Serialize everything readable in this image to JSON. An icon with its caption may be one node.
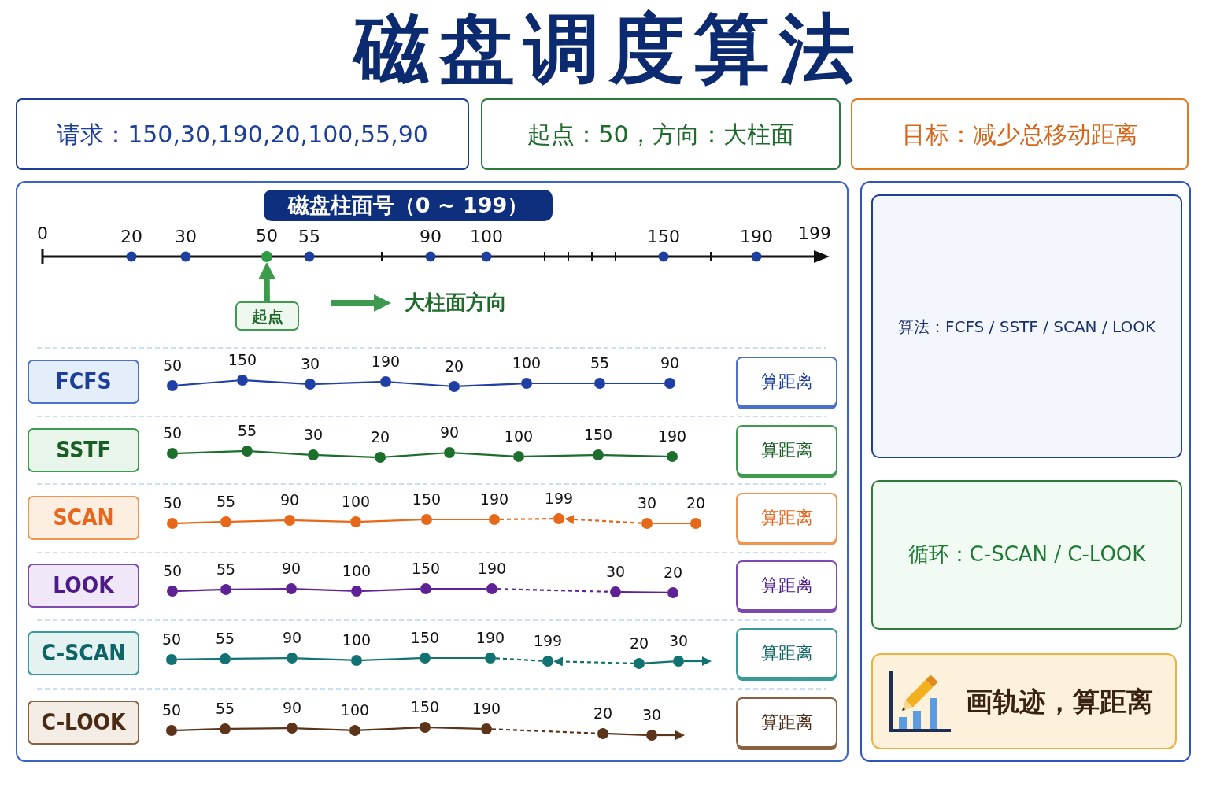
{
  "diagram": {
    "title": "磁盘调度算法",
    "nodes": [
      {
        "text": [
          "请求：150,30,190,20,100,55,90"
        ]
      },
      {
        "text": [
          "起点：50，方向：大柱面"
        ]
      },
      {
        "text": [
          "目标：减少总移动距离"
        ]
      },
      {
        "text": [],
        "shape": "box"
      },
      {
        "text": [
          "磁盘柱面号（0 ~ 199）"
        ],
        "in": 3
      },
      {
        "text": [],
        "shape": "circle",
        "beside": [
          "50"
        ],
        "in": 3
      },
      {
        "text": [
          "起点"
        ],
        "in": 3
      },
      {
        "text": [
          "FCFS"
        ],
        "in": 3
      },
      {
        "text": [],
        "shape": "circle",
        "beside": [
          "50"
        ],
        "in": 3
      },
      {
        "text": [],
        "shape": "circle",
        "beside": [
          "150"
        ],
        "in": 3
      },
      {
        "text": [],
        "shape": "circle",
        "beside": [
          "30"
        ],
        "in": 3
      },
      {
        "text": [],
        "shape": "circle",
        "beside": [
          "190"
        ],
        "in": 3
      },
      {
        "text": [],
        "shape": "circle",
        "beside": [
          "20"
        ],
        "in": 3
      },
      {
        "text": [],
        "shape": "circle",
        "beside": [
          "100"
        ],
        "in": 3
      },
      {
        "text": [],
        "shape": "circle",
        "beside": [
          "55"
        ],
        "in": 3
      },
      {
        "text": [],
        "shape": "circle",
        "beside": [
          "90"
        ],
        "in": 3
      },
      {
        "text": [
          "算距离"
        ],
        "in": 3
      },
      {
        "text": [
          "SSTF"
        ],
        "in": 3
      },
      {
        "text": [],
        "shape": "circle",
        "beside": [
          "50"
        ],
        "in": 3
      },
      {
        "text": [],
        "shape": "circle",
        "beside": [
          "55"
        ],
        "in": 3
      },
      {
        "text": [],
        "shape": "circle",
        "beside": [
          "30"
        ],
        "in": 3
      },
      {
        "text": [],
        "shape": "circle",
        "beside": [
          "20"
        ],
        "in": 3
      },
      {
        "text": [],
        "shape": "circle",
        "beside": [
          "90"
        ],
        "in": 3
      },
      {
        "text": [],
        "shape": "circle",
        "beside": [
          "100"
        ],
        "in": 3
      },
      {
        "text": [],
        "shape": "circle",
        "beside": [
          "150"
        ],
        "in": 3
      },
      {
        "text": [],
        "shape": "circle",
        "beside": [
          "190"
        ],
        "in": 3
      },
      {
        "text": [
          "算距离"
        ],
        "in": 3
      },
      {
        "text": [
          "SCAN"
        ],
        "in": 3
      },
      {
        "text": [],
        "shape": "circle",
        "beside": [
          "50"
        ],
        "in": 3
      },
      {
        "text": [],
        "shape": "circle",
        "beside": [
          "55"
        ],
        "in": 3
      },
      {
        "text": [],
        "shape": "circle",
        "beside": [
          "90"
        ],
        "in": 3
      },
      {
        "text": [],
        "shape": "circle",
        "beside": [
          "100"
        ],
        "in": 3
      },
      {
        "text": [],
        "shape": "circle",
        "beside": [
          "150"
        ],
        "in": 3
      },
      {
        "text": [],
        "shape": "circle",
        "beside": [
          "190"
        ],
        "in": 3
      },
      {
        "text": [],
        "shape": "circle",
        "beside": [
          "199"
        ],
        "in": 3
      },
      {
        "text": [],
        "shape": "circle",
        "beside": [
          "30"
        ],
        "in": 3
      },
      {
        "text": [],
        "shape": "circle",
        "beside": [
          "20"
        ],
        "in": 3
      },
      {
        "text": [
          "算距离"
        ],
        "in": 3
      },
      {
        "text": [
          "LOOK"
        ],
        "in": 3
      },
      {
        "text": [],
        "shape": "circle",
        "beside": [
          "50"
        ],
        "in": 3
      },
      {
        "text": [],
        "shape": "circle",
        "beside": [
          "55"
        ],
        "in": 3
      },
      {
        "text": [],
        "shape": "circle",
        "beside": [
          "90"
        ],
        "in": 3
      },
      {
        "text": [],
        "shape": "circle",
        "beside": [
          "100"
        ],
        "in": 3
      },
      {
        "text": [],
        "shape": "circle",
        "beside": [
          "150"
        ],
        "in": 3
      },
      {
        "text": [],
        "shape": "circle",
        "beside": [
          "190"
        ],
        "in": 3
      },
      {
        "text": [],
        "shape": "circle",
        "beside": [
          "30"
        ],
        "in": 3
      },
      {
        "text": [],
        "shape": "circle",
        "beside": [
          "20"
        ],
        "in": 3
      },
      {
        "text": [
          "算距离"
        ],
        "in": 3
      },
      {
        "text": [
          "C-SCAN"
        ],
        "in": 3
      },
      {
        "text": [],
        "shape": "circle",
        "beside": [
          "50"
        ],
        "in": 3
      },
      {
        "text": [],
        "shape": "circle",
        "beside": [
          "55"
        ],
        "in": 3
      },
      {
        "text": [],
        "shape": "circle",
        "beside": [
          "90"
        ],
        "in": 3
      },
      {
        "text": [],
        "shape": "circle",
        "beside": [
          "100"
        ],
        "in": 3
      },
      {
        "text": [],
        "shape": "circle",
        "beside": [
          "150"
        ],
        "in": 3
      },
      {
        "text": [],
        "shape": "circle",
        "beside": [
          "190"
        ],
        "in": 3
      },
      {
        "text": [],
        "shape": "circle",
        "beside": [
          "199"
        ],
        "in": 3
      },
      {
        "text": [],
        "shape": "circle",
        "beside": [
          "20"
        ],
        "in": 3
      },
      {
        "text": [],
        "shape": "circle",
        "beside": [
          "30"
        ],
        "in": 3
      },
      {
        "text": [
          "算距离"
        ],
        "in": 3
      },
      {
        "text": [
          "C-LOOK"
        ],
        "in": 3
      },
      {
        "text": [],
        "shape": "circle",
        "beside": [
          "50"
        ],
        "in": 3
      },
      {
        "text": [],
        "shape": "circle",
        "beside": [
          "55"
        ],
        "in": 3
      },
      {
        "text": [],
        "shape": "circle",
        "beside": [
          "90"
        ],
        "in": 3
      },
      {
        "text": [],
        "shape": "circle",
        "beside": [
          "100"
        ],
        "in": 3
      },
      {
        "text": [],
        "shape": "circle",
        "beside": [
          "150"
        ],
        "in": 3
      },
      {
        "text": [],
        "shape": "circle",
        "beside": [
          "190"
        ],
        "in": 3
      },
      {
        "text": [],
        "shape": "circle",
        "beside": [
          "20"
        ],
        "in": 3
      },
      {
        "text": [],
        "shape": "circle",
        "beside": [
          "30"
        ],
        "in": 3
      },
      {
        "text": [
          "算距离"
        ],
        "in": 3
      },
      {
        "text": [],
        "shape": "box"
      },
      {
        "text": [
          "算法：FCFS / SSTF / SCAN / LOOK"
        ],
        "in": 69
      },
      {
        "text": [
          "循环：C-SCAN / C-LOOK"
        ],
        "in": 69
      },
      {
        "text": [
          "画轨迹，算距离"
        ],
        "in": 69
      }
    ],
    "edges": [
      {
        "from": 6,
        "to": 5,
        "arrow": "to",
        "style": "thick",
        "color": "#3b9b4b"
      },
      {
        "from": 8,
        "to": 9,
        "arrow": "none",
        "color": "#1f3fa6"
      },
      {
        "from": 9,
        "to": 10,
        "arrow": "none",
        "color": "#1f3fa6"
      },
      {
        "from": 10,
        "to": 11,
        "arrow": "none",
        "color": "#1f3fa6"
      },
      {
        "from": 11,
        "to": 12,
        "arrow": "none",
        "color": "#1f3fa6"
      },
      {
        "from": 12,
        "to": 13,
        "arrow": "none",
        "color": "#1f3fa6"
      },
      {
        "from": 13,
        "to": 14,
        "arrow": "none",
        "color": "#1f3fa6"
      },
      {
        "from": 14,
        "to": 15,
        "arrow": "none",
        "color": "#1f3fa6"
      },
      {
        "from": 18,
        "to": 19,
        "arrow": "none",
        "color": "#1b6e2b"
      },
      {
        "from": 19,
        "to": 20,
        "arrow": "none",
        "color": "#1b6e2b"
      },
      {
        "from": 20,
        "to": 21,
        "arrow": "none",
        "color": "#1b6e2b"
      },
      {
        "from": 21,
        "to": 22,
        "arrow": "none",
        "color": "#1b6e2b"
      },
      {
        "from": 22,
        "to": 23,
        "arrow": "none",
        "color": "#1b6e2b"
      },
      {
        "from": 23,
        "to": 24,
        "arrow": "none",
        "color": "#1b6e2b"
      },
      {
        "from": 24,
        "to": 25,
        "arrow": "none",
        "color": "#1b6e2b"
      },
      {
        "from": 28,
        "to": 29,
        "arrow": "none",
        "color": "#e8681a"
      },
      {
        "from": 29,
        "to": 30,
        "arrow": "none",
        "color": "#e8681a"
      },
      {
        "from": 30,
        "to": 31,
        "arrow": "none",
        "color": "#e8681a"
      },
      {
        "from": 31,
        "to": 32,
        "arrow": "none",
        "color": "#e8681a"
      },
      {
        "from": 32,
        "to": 33,
        "arrow": "none",
        "color": "#e8681a"
      },
      {
        "from": 33,
        "to": 34,
        "arrow": "none",
        "style": "dashed",
        "color": "#e8681a"
      },
      {
        "from": 35,
        "to": 34,
        "arrow": "to",
        "style": "dashed",
        "color": "#e8681a"
      },
      {
        "from": 35,
        "to": 36,
        "arrow": "none",
        "color": "#e8681a"
      },
      {
        "from": 39,
        "to": 40,
        "arrow": "none",
        "color": "#5e2196"
      },
      {
        "from": 40,
        "to": 41,
        "arrow": "none",
        "color": "#5e2196"
      },
      {
        "from": 41,
        "to": 42,
        "arrow": "none",
        "color": "#5e2196"
      },
      {
        "from": 42,
        "to": 43,
        "arrow": "none",
        "color": "#5e2196"
      },
      {
        "from": 43,
        "to": 44,
        "arrow": "none",
        "color": "#5e2196"
      },
      {
        "from": 44,
        "to": 45,
        "arrow": "none",
        "style": "dashed",
        "color": "#5e2196"
      },
      {
        "from": 45,
        "to": 46,
        "arrow": "none",
        "color": "#5e2196"
      },
      {
        "from": 49,
        "to": 50,
        "arrow": "none",
        "color": "#127272"
      },
      {
        "from": 50,
        "to": 51,
        "arrow": "none",
        "color": "#127272"
      },
      {
        "from": 51,
        "to": 52,
        "arrow": "none",
        "color": "#127272"
      },
      {
        "from": 52,
        "to": 53,
        "arrow": "none",
        "color": "#127272"
      },
      {
        "from": 53,
        "to": 54,
        "arrow": "none",
        "color": "#127272"
      },
      {
        "from": 54,
        "to": 55,
        "arrow": "none",
        "style": "dashed",
        "color": "#127272"
      },
      {
        "from": 56,
        "to": 55,
        "arrow": "to",
        "style": "dashed",
        "color": "#127272"
      },
      {
        "from": 56,
        "to": 57,
        "arrow": "none",
        "color": "#127272"
      },
      {
        "from": 57,
        "to": null,
        "arrow": "to",
        "color": "#127272"
      },
      {
        "from": 60,
        "to": 61,
        "arrow": "none",
        "color": "#5b3419"
      },
      {
        "from": 61,
        "to": 62,
        "arrow": "none",
        "color": "#5b3419"
      },
      {
        "from": 62,
        "to": 63,
        "arrow": "none",
        "color": "#5b3419"
      },
      {
        "from": 63,
        "to": 64,
        "arrow": "none",
        "color": "#5b3419"
      },
      {
        "from": 64,
        "to": 65,
        "arrow": "none",
        "color": "#5b3419"
      },
      {
        "from": 65,
        "to": 66,
        "arrow": "none",
        "style": "dashed",
        "color": "#5b3419"
      },
      {
        "from": 66,
        "to": 67,
        "arrow": "none",
        "color": "#5b3419"
      },
      {
        "from": 67,
        "to": null,
        "arrow": "to",
        "color": "#5b3419"
      }
    ],
    "labels": [
      "0",
      "20",
      "30",
      "55",
      "90",
      "100",
      "150",
      "190",
      "199",
      "大柱面方向"
    ]
  }
}
